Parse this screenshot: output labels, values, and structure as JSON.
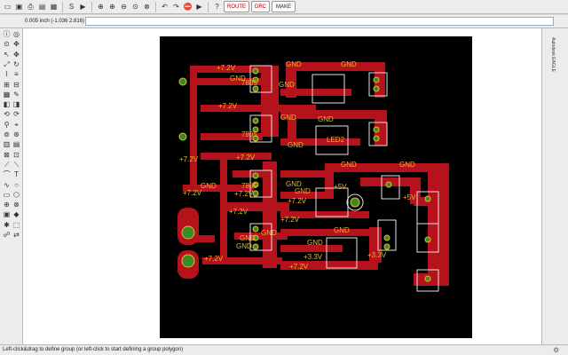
{
  "toolbar": {
    "items": [
      {
        "name": "open-icon",
        "glyph": "▭"
      },
      {
        "name": "save-icon",
        "glyph": "▣"
      },
      {
        "name": "print-icon",
        "glyph": "⎙"
      },
      {
        "name": "cam-icon",
        "glyph": "▤"
      },
      {
        "name": "board-icon",
        "glyph": "▦"
      },
      {
        "name": "sep"
      },
      {
        "name": "script-icon",
        "glyph": "S"
      },
      {
        "name": "run-icon",
        "glyph": "▶"
      },
      {
        "name": "sep"
      },
      {
        "name": "zoom-fit-icon",
        "glyph": "⊕"
      },
      {
        "name": "zoom-in-icon",
        "glyph": "⊕"
      },
      {
        "name": "zoom-out-icon",
        "glyph": "⊖"
      },
      {
        "name": "zoom-redraw-icon",
        "glyph": "⊙"
      },
      {
        "name": "zoom-select-icon",
        "glyph": "⊗"
      },
      {
        "name": "sep"
      },
      {
        "name": "undo-icon",
        "glyph": "↶"
      },
      {
        "name": "redo-icon",
        "glyph": "↷"
      },
      {
        "name": "stop-icon",
        "glyph": "⛔"
      },
      {
        "name": "go-icon",
        "glyph": "▶"
      },
      {
        "name": "sep"
      },
      {
        "name": "help-icon",
        "glyph": "?"
      }
    ],
    "autorouter_label": "ROUTE",
    "drc_label": "DRC",
    "make_label": "MAKE"
  },
  "command": {
    "coordinates": "0.005 inch (-1.036 2.816)",
    "input_value": "",
    "input_placeholder": ""
  },
  "right_panel": {
    "label": "Autodesk EAGLE"
  },
  "status": {
    "message": "Left-click&drag to define group (or left-click to start defining a group polygon)"
  },
  "colors": {
    "background": "#000000",
    "copper": "#b5121b",
    "pad": "#3a8a2a",
    "label": "#e8b82c",
    "silk": "#e0e0e0"
  },
  "pcb_labels": [
    "+7.2V",
    "GND",
    "GND",
    "GND",
    "7805",
    "GND",
    "+7.2V",
    "GND",
    "7805",
    "GND",
    "+7.2V",
    "+7.2V",
    "GND",
    "LED2",
    "GND",
    "GND",
    "7805",
    "GND",
    "+5V",
    "GND",
    "+7.2V",
    "+7.2V",
    "GND",
    "GND",
    "GND",
    "+7.2V",
    "GND",
    "+3.3V",
    "+3.3V",
    "+7.2V",
    "GND",
    "GND",
    "+7.2V",
    "+5V",
    "+7.2V",
    "+7.2V"
  ]
}
